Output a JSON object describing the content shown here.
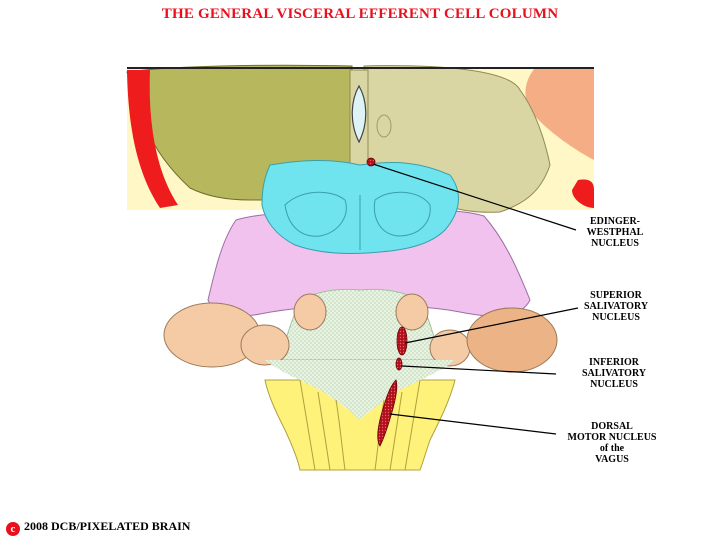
{
  "title": "THE GENERAL VISCERAL EFFERENT CELL COLUMN",
  "labels": {
    "edinger": [
      "EDINGER-",
      "WESTPHAL",
      "NUCLEUS"
    ],
    "superior": [
      "SUPERIOR",
      "SALIVATORY",
      "NUCLEUS"
    ],
    "inferior": [
      "INFERIOR",
      "SALIVATORY",
      "NUCLEUS"
    ],
    "dorsal": [
      "DORSAL",
      "MOTOR NUCLEUS",
      "of the",
      "VAGUS"
    ]
  },
  "copyright": {
    "symbol": "c",
    "text": "2008  DCB/PIXELATED BRAIN"
  },
  "colors": {
    "title": "#e8101c",
    "nucleus": "#b0101c",
    "olive": "#b7b75e",
    "pale_olive": "#d9d6a4",
    "cyan": "#6fe3ee",
    "pink": "#f2c2ee",
    "peach": "#f5cba6",
    "yellow": "#fff27a",
    "red_tract": "#ee1c1c"
  }
}
